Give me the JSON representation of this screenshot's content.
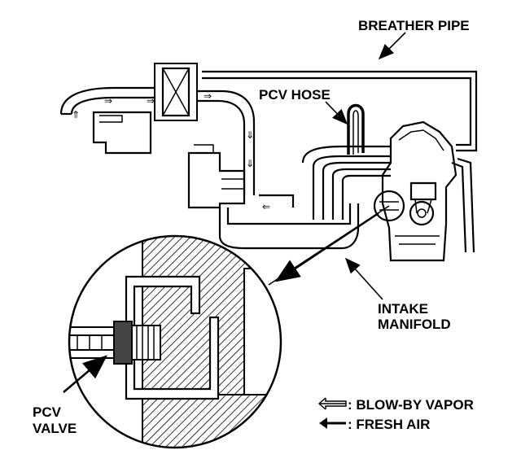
{
  "labels": {
    "breather_pipe": "BREATHER PIPE",
    "pcv_hose": "PCV HOSE",
    "intake": "INTAKE",
    "manifold": "MANIFOLD",
    "pcv": "PCV",
    "valve": "VALVE"
  },
  "legend": {
    "blow_by": ": BLOW-BY VAPOR",
    "fresh_air": ": FRESH AIR"
  }
}
